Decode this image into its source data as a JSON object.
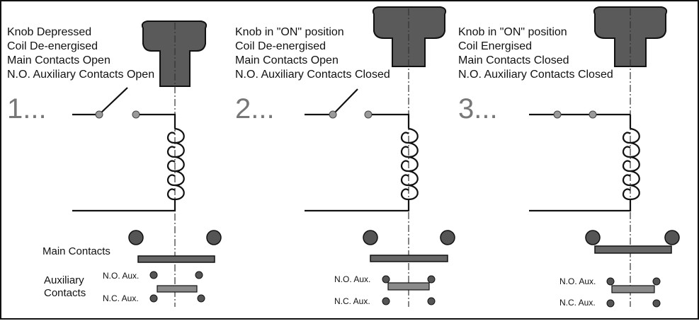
{
  "panels": [
    {
      "step": "1...",
      "lines": [
        "Knob Depressed",
        "Coil De-energised",
        "Main Contacts Open",
        "N.O. Auxiliary Contacts Open"
      ],
      "main_closed": false,
      "aux_closed": "nc"
    },
    {
      "step": "2...",
      "lines": [
        "Knob in \"ON\" position",
        "Coil De-energised",
        "Main Contacts Open",
        "N.O. Auxiliary Contacts Closed"
      ],
      "main_closed": false,
      "aux_closed": "no"
    },
    {
      "step": "3...",
      "lines": [
        "Knob in \"ON\" position",
        "Coil Energised",
        "Main Contacts Closed",
        "N.O. Auxiliary Contacts Closed"
      ],
      "main_closed": true,
      "aux_closed": "no"
    }
  ],
  "labels": {
    "main_contacts": "Main Contacts",
    "auxiliary_1": "Auxiliary",
    "auxiliary_2": "Contacts",
    "no_aux": "N.O. Aux.",
    "nc_aux": "N.C. Aux."
  }
}
